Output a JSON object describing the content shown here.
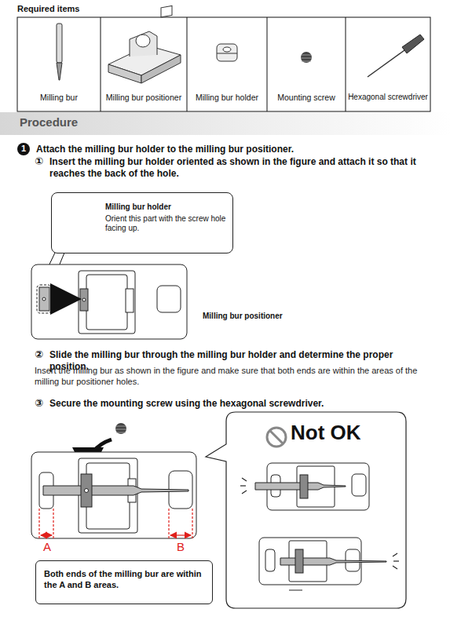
{
  "diagram": {
    "title": "Required items",
    "nodes": [
      {
        "text": [
          "Procedure"
        ]
      },
      {
        "text": [
          "Milling bur holder",
          "Orient this part with the screw hole facing up."
        ]
      },
      {
        "text": [
          "Both ends of the milling bur are within the A and B areas."
        ]
      },
      {
        "text": [
          "Not OK"
        ]
      }
    ],
    "labels": [
      "Milling bur",
      "Milling bur positioner",
      "Milling bur holder",
      "Mounting screw",
      "Hexagonal screwdriver",
      "1",
      "Attach the milling bur holder to the milling bur positioner.",
      "①",
      "Insert the milling bur holder oriented as shown in the figure and attach it so that it reaches the back of the hole.",
      "Milling bur positioner",
      "②",
      "Slide the milling bur through the milling bur holder and determine the proper position.",
      "Insert the milling bur as shown in the figure and make sure that both ends are within the areas of the milling bur positioner holes.",
      "③",
      "Secure the mounting screw using the hexagonal screwdriver.",
      "A",
      "B"
    ]
  }
}
